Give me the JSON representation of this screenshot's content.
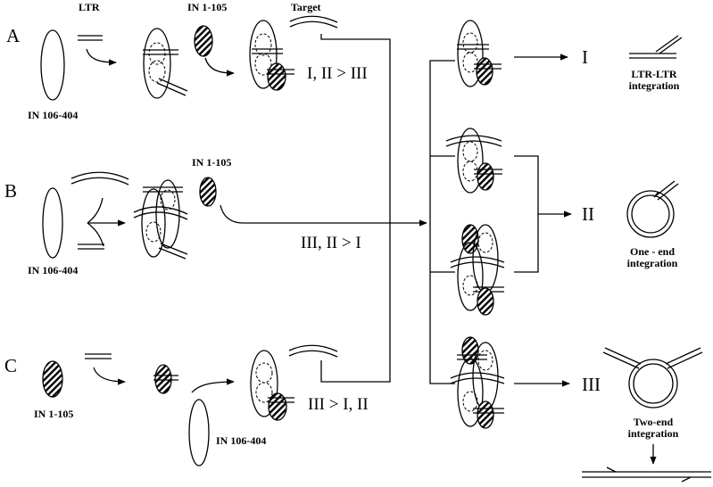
{
  "labels": {
    "ltr": "LTR",
    "in_1_105": "IN 1-105",
    "target": "Target",
    "in_106_404": "IN 106-404",
    "row_a": "A",
    "row_b": "B",
    "row_c": "C",
    "cond_a": "I, II > III",
    "cond_b": "III, II > I",
    "cond_c": "III > I, II",
    "result_1": "I",
    "result_2": "II",
    "result_3": "III",
    "ltr_ltr_line1": "LTR-LTR",
    "ltr_ltr_line2": "integration",
    "one_end_line1": "One - end",
    "one_end_line2": "integration",
    "two_end_line1": "Two-end",
    "two_end_line2": "integration"
  },
  "colors": {
    "ink": "#000000",
    "background": "#ffffff"
  }
}
